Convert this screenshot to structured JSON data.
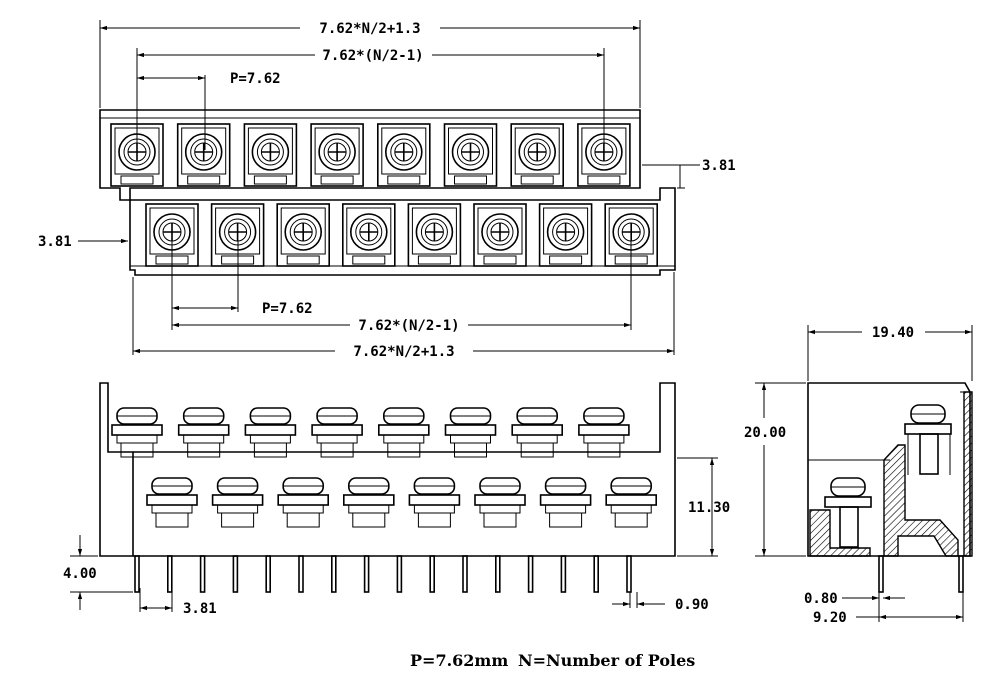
{
  "top_view": {
    "upper_overall": "7.62*N/2+1.3",
    "upper_span": "7.62*(N/2-1)",
    "upper_pitch": "P=7.62",
    "right_offset": "3.81",
    "left_offset": "3.81",
    "lower_pitch": "P=7.62",
    "lower_span": "7.62*(N/2-1)",
    "lower_overall": "7.62*N/2+1.3"
  },
  "front_view": {
    "pin_length": "4.00",
    "pin_offset": "3.81",
    "lower_height": "11.30",
    "pin_width": "0.90"
  },
  "side_view": {
    "depth": "19.40",
    "height": "20.00",
    "pin_gap": "0.80",
    "pin_spacing": "9.20"
  },
  "caption": {
    "pitch": "P=7.62mm",
    "poles": "N=Number of Poles"
  }
}
